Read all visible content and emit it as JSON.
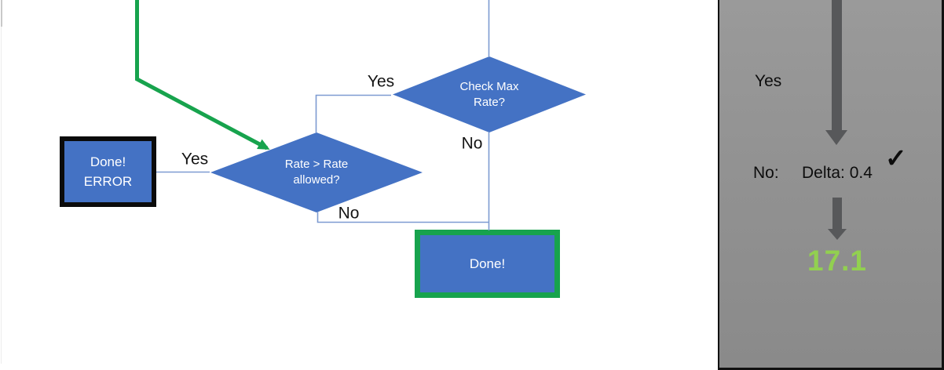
{
  "colors": {
    "shape_blue": "#4472C4",
    "accent_green": "#17A34D",
    "connector_blue": "#7D9BD1",
    "panel_arrow_gray": "#57585A",
    "result_green": "#92D050",
    "box_border_black": "#0B0B0B"
  },
  "flowchart": {
    "nodes": {
      "check_max": {
        "label": "Check Max\nRate?"
      },
      "rate_allowed": {
        "label": "Rate > Rate\nallowed?"
      },
      "done_error": {
        "label": "Done!\nERROR"
      },
      "done": {
        "label": "Done!"
      }
    },
    "edge_labels": {
      "check_yes": "Yes",
      "check_no": "No",
      "rate_yes": "Yes",
      "rate_no": "No"
    }
  },
  "side_panel": {
    "yes_label": "Yes",
    "no_label": "No:",
    "delta_text": "Delta: 0.4",
    "check_icon": "✓",
    "result_value": "17.1"
  }
}
